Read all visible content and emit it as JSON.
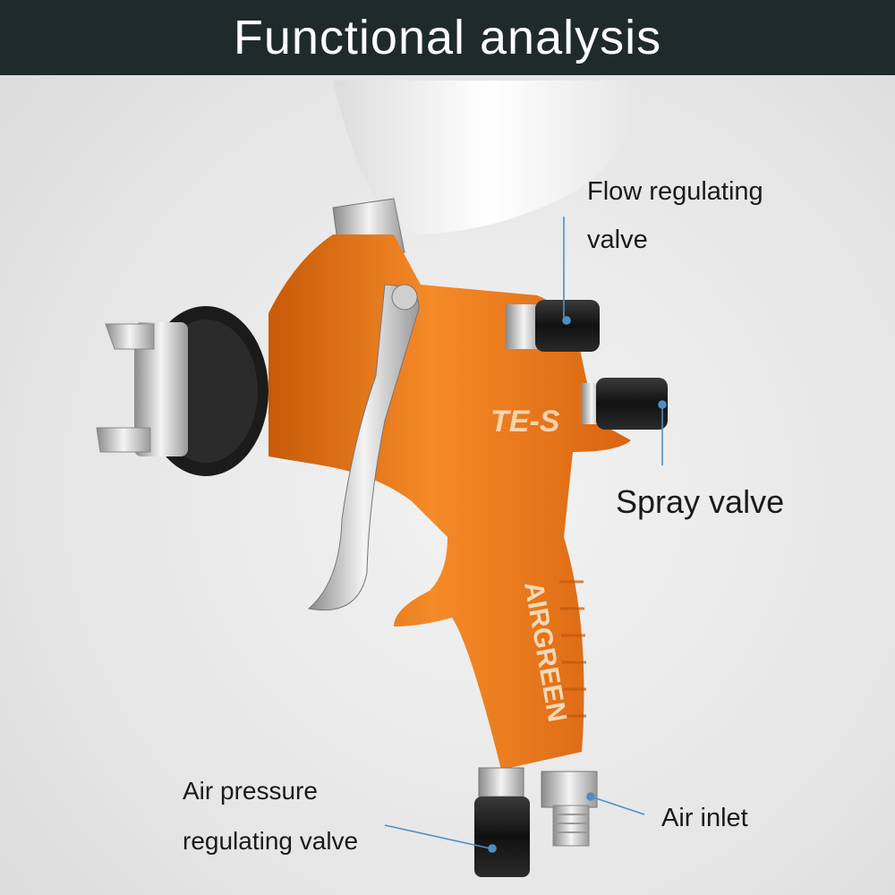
{
  "header": {
    "title": "Functional analysis"
  },
  "labels": {
    "flow_line1": "Flow regulating",
    "flow_line2": "valve",
    "spray": "Spray valve",
    "air_pressure_line1": "Air pressure",
    "air_pressure_line2": "regulating valve",
    "air_inlet": "Air inlet"
  },
  "product": {
    "model_text": "TE-S",
    "brand_text": "AIRGREEN"
  },
  "colors": {
    "header_bg": "#1f2b2b",
    "body_orange": "#f07a1a",
    "leader_blue": "#4a90c8"
  }
}
